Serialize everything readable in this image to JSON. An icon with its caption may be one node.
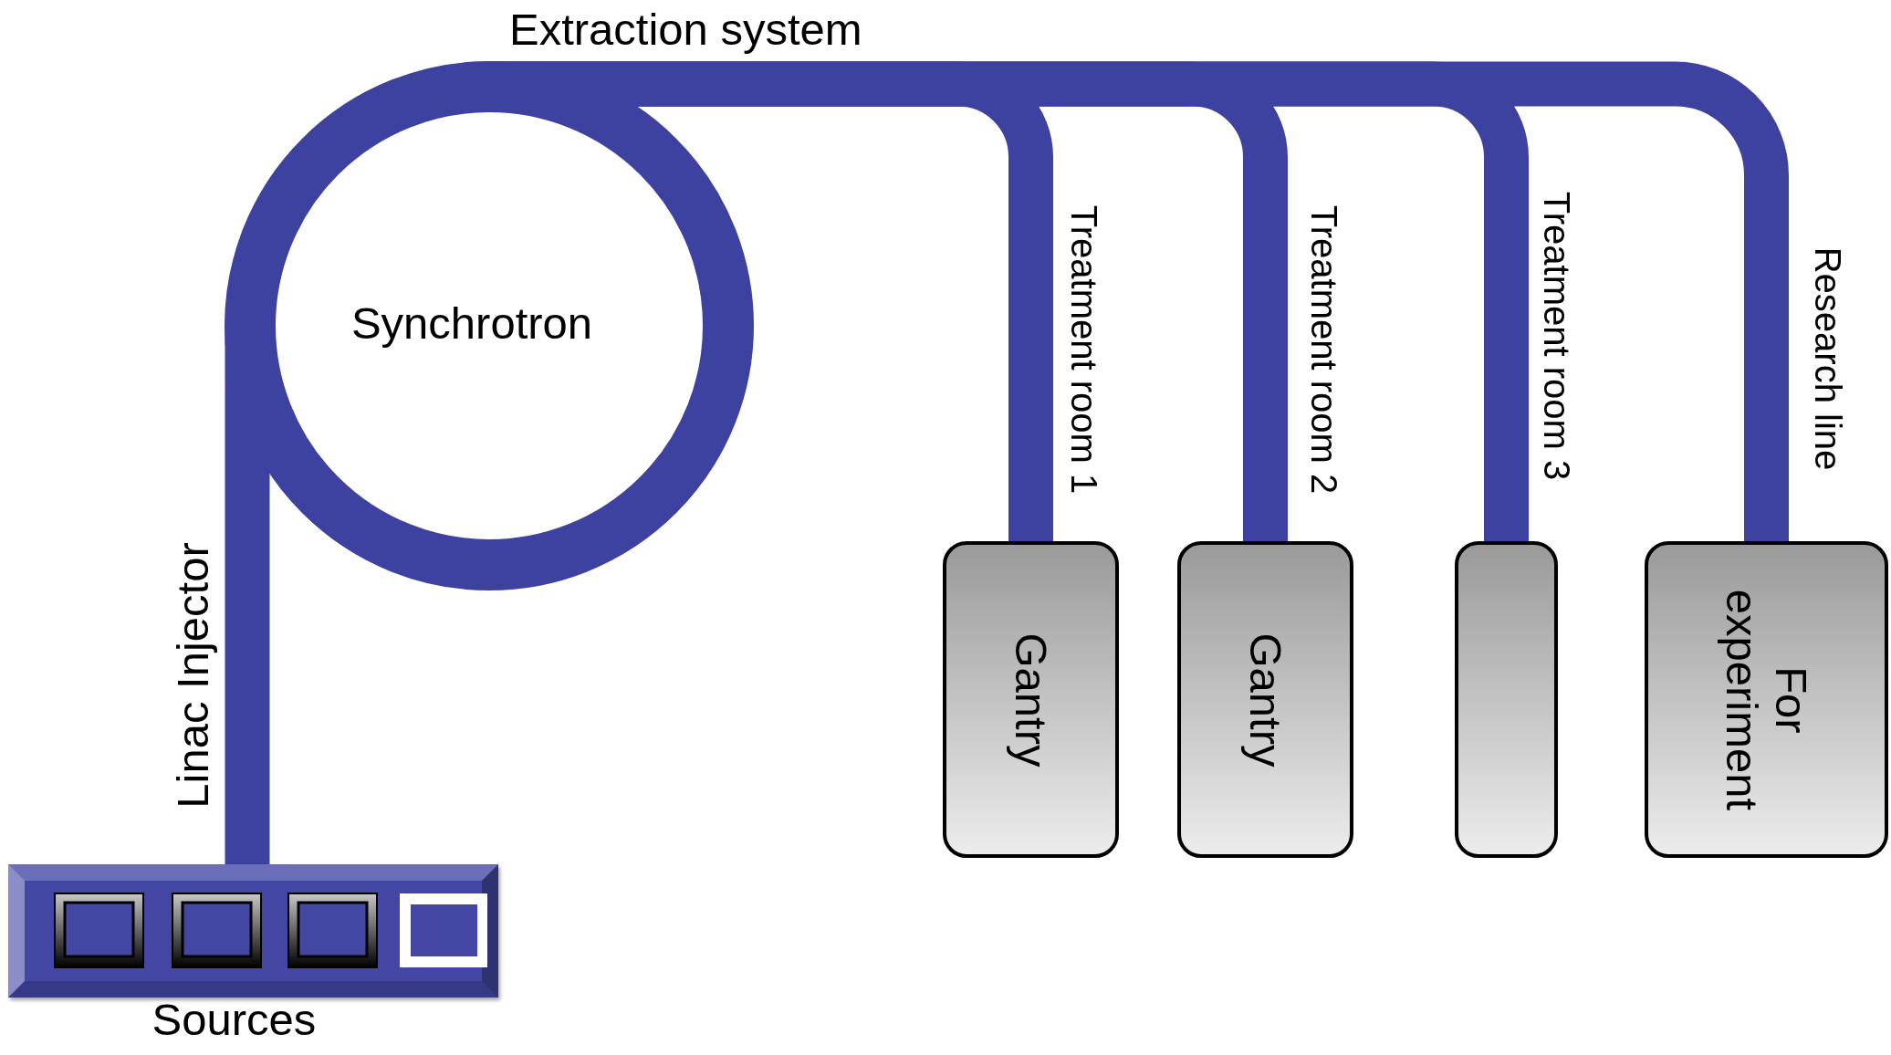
{
  "diagram": {
    "nodes": [
      {
        "text": [
          "Synchrotron"
        ]
      },
      {
        "text": [
          "Sources"
        ]
      },
      {
        "text": [
          "Gantry"
        ]
      },
      {
        "text": [
          "Gantry"
        ]
      },
      {
        "text": [],
        "shape": "box"
      },
      {
        "text": [
          "For experiment"
        ]
      }
    ],
    "edges": [
      {
        "from": 1,
        "to": 0,
        "arrow": "none",
        "label": "Linac Injector"
      },
      {
        "from": 0,
        "to": 2,
        "arrow": "none",
        "label": "Treatment room 1"
      },
      {
        "from": 0,
        "to": 3,
        "arrow": "none",
        "label": "Treatment room 2"
      },
      {
        "from": 0,
        "to": 4,
        "arrow": "none",
        "label": "Treatment room 3"
      },
      {
        "from": 0,
        "to": 5,
        "arrow": "none",
        "label": "Research line"
      }
    ],
    "labels": [
      "Extraction system"
    ]
  }
}
